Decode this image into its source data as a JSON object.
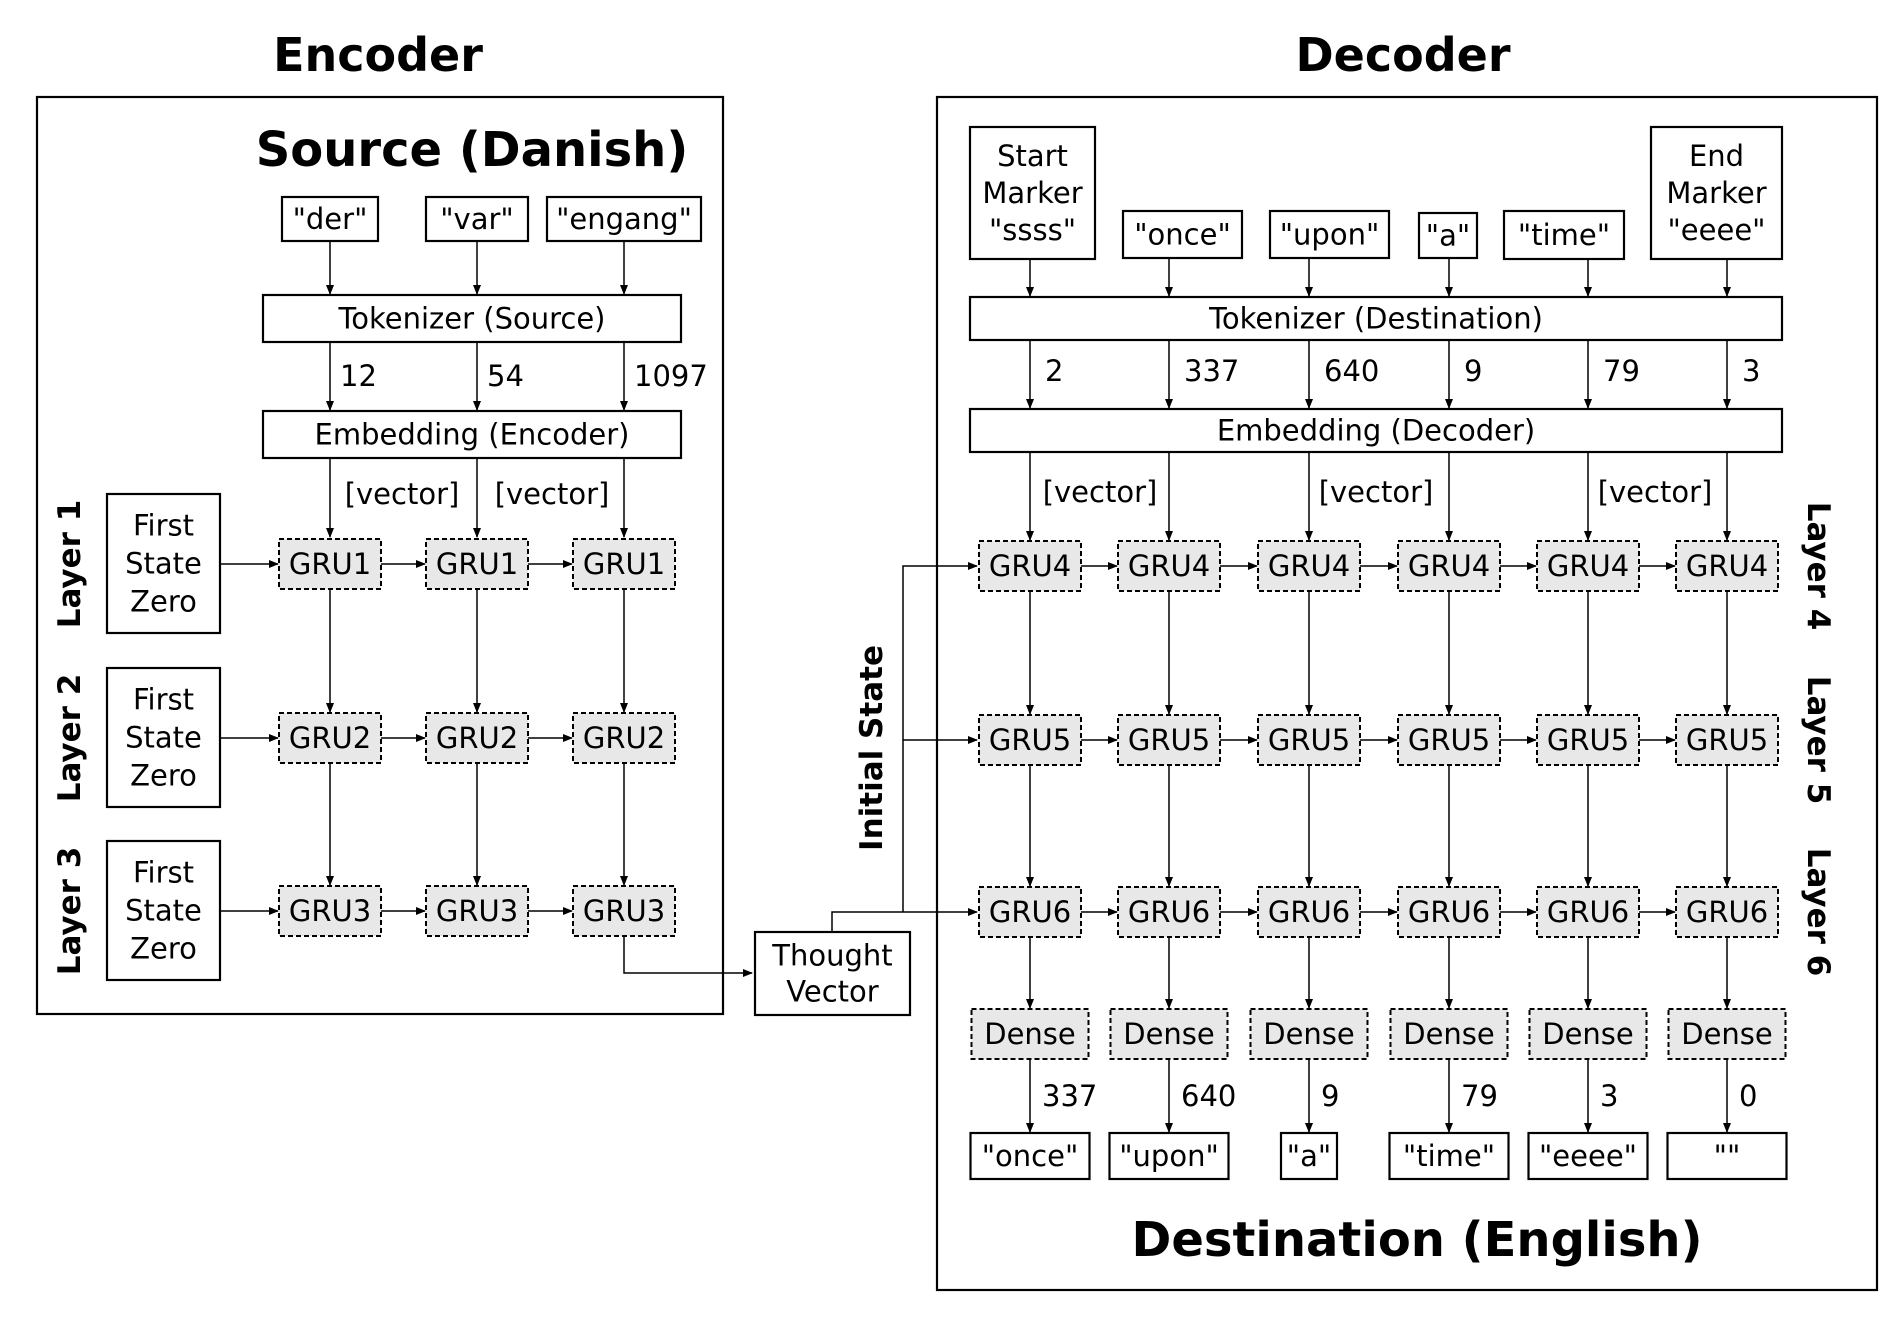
{
  "encoder": {
    "title": "Encoder",
    "source_title": "Source (Danish)",
    "source_words": [
      "\"der\"",
      "\"var\"",
      "\"engang\""
    ],
    "tokenizer_label": "Tokenizer (Source)",
    "token_ids": [
      "12",
      "54",
      "1097"
    ],
    "embedding_label": "Embedding (Encoder)",
    "vector_label": "[vector]",
    "first_state_lines": [
      "First",
      "State",
      "Zero"
    ],
    "layer_labels": [
      "Layer 1",
      "Layer 2",
      "Layer 3"
    ],
    "gru_labels": [
      "GRU1",
      "GRU2",
      "GRU3"
    ]
  },
  "thought_vector_lines": [
    "Thought",
    "Vector"
  ],
  "initial_state_label": "Initial State",
  "decoder": {
    "title": "Decoder",
    "input_words": [
      {
        "lines": [
          "Start",
          "Marker",
          "\"ssss\""
        ]
      },
      {
        "lines": [
          "\"once\""
        ]
      },
      {
        "lines": [
          "\"upon\""
        ]
      },
      {
        "lines": [
          "\"a\""
        ]
      },
      {
        "lines": [
          "\"time\""
        ]
      },
      {
        "lines": [
          "End",
          "Marker",
          "\"eeee\""
        ]
      }
    ],
    "tokenizer_label": "Tokenizer (Destination)",
    "token_ids": [
      "2",
      "337",
      "640",
      "9",
      "79",
      "3"
    ],
    "embedding_label": "Embedding (Decoder)",
    "vector_label": "[vector]",
    "layer_labels": [
      "Layer 4",
      "Layer 5",
      "Layer 6"
    ],
    "gru_labels": [
      "GRU4",
      "GRU5",
      "GRU6"
    ],
    "dense_label": "Dense",
    "output_ids": [
      "337",
      "640",
      "9",
      "79",
      "3",
      "0"
    ],
    "output_words": [
      "\"once\"",
      "\"upon\"",
      "\"a\"",
      "\"time\"",
      "\"eeee\"",
      "\"\""
    ],
    "destination_title": "Destination (English)"
  }
}
